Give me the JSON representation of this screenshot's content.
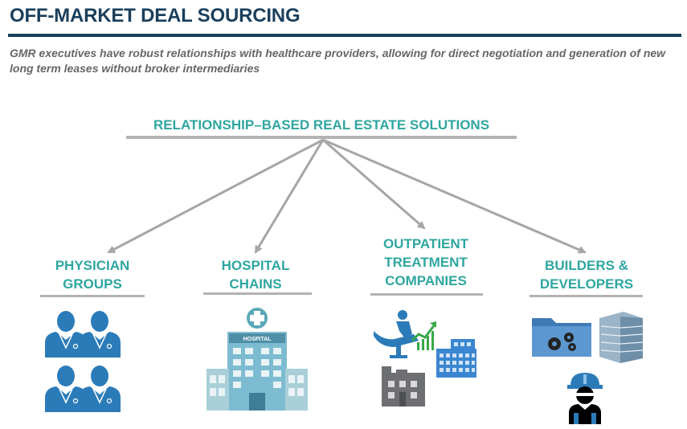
{
  "header": {
    "title": "OFF-MARKET DEAL SOURCING",
    "subtitle": "GMR executives have robust relationships with healthcare providers, allowing for direct negotiation and generation of new long term leases without broker intermediaries"
  },
  "diagram": {
    "root": "RELATIONSHIP–BASED REAL ESTATE SOLUTIONS",
    "categories": [
      {
        "line1": "PHYSICIAN",
        "line2": "GROUPS",
        "line3": "",
        "icons": [
          "physician-icon",
          "physician-icon",
          "physician-icon",
          "physician-icon"
        ]
      },
      {
        "line1": "HOSPITAL",
        "line2": "CHAINS",
        "line3": "",
        "icons": [
          "hospital-building-icon"
        ]
      },
      {
        "line1": "OUTPATIENT",
        "line2": "TREATMENT",
        "line3": "COMPANIES",
        "icons": [
          "dental-patient-icon",
          "office-building-icon",
          "factory-icon"
        ]
      },
      {
        "line1": "BUILDERS &",
        "line2": "DEVELOPERS",
        "line3": "",
        "icons": [
          "gear-folder-icon",
          "glass-tower-icon",
          "construction-worker-icon"
        ]
      }
    ]
  },
  "colors": {
    "title": "#1a3f5c",
    "accent_teal": "#2fa6a0",
    "rule_gray": "#b3b3b3",
    "icon_blue": "#2b7bb9"
  }
}
